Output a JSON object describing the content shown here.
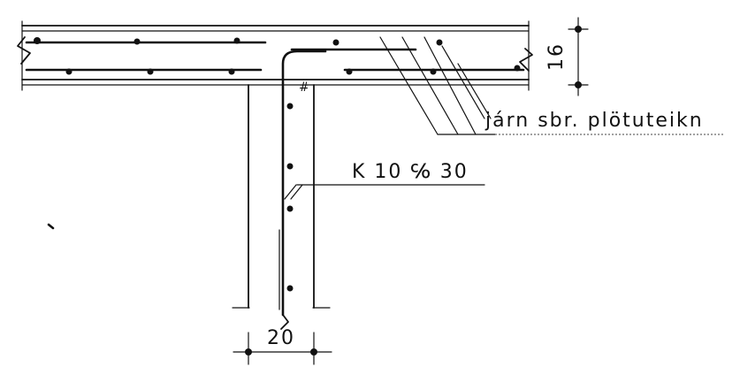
{
  "labels": {
    "slab_thickness": "16",
    "reinforcement_note": "járn sbr. plötuteikn",
    "stirrups": "K 10 ℅ 30",
    "web_width": "20",
    "bar_mark": "#"
  }
}
